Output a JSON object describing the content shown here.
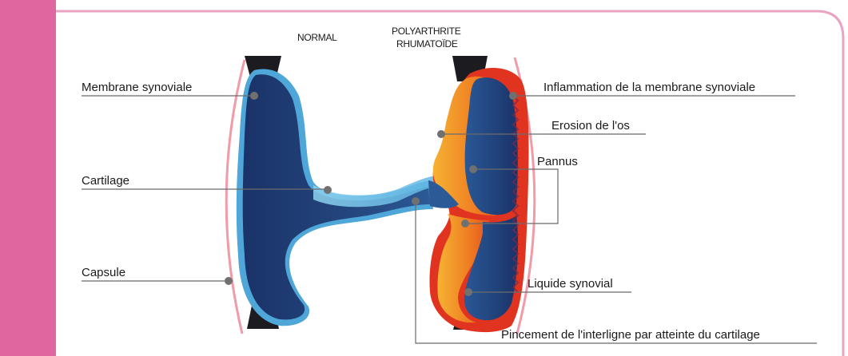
{
  "headings": {
    "normal": "NORMAL",
    "ra_line1": "POLYARTHRITE",
    "ra_line2": "RHUMATOÏDE"
  },
  "labels_left": {
    "membrane": "Membrane synoviale",
    "cartilage": "Cartilage",
    "capsule": "Capsule"
  },
  "labels_right": {
    "inflammation": "Inflammation de la membrane synoviale",
    "erosion": "Erosion de l'os",
    "pannus": "Pannus",
    "liquide": "Liquide synovial",
    "pincement": "Pincement de l'interligne par atteinte du cartilage"
  },
  "colors": {
    "frame_pink": "#e0669f",
    "capsule_pink": "#f19aa8",
    "bone_dark": "#1f3a70",
    "bone_mid": "#2c5a96",
    "bone_black": "#1c1b1f",
    "cartilage_blue": "#8fd3ef",
    "inflammation_red": "#e03420",
    "erosion_orange": "#f08a22",
    "leader_gray": "#6b6b6b"
  }
}
